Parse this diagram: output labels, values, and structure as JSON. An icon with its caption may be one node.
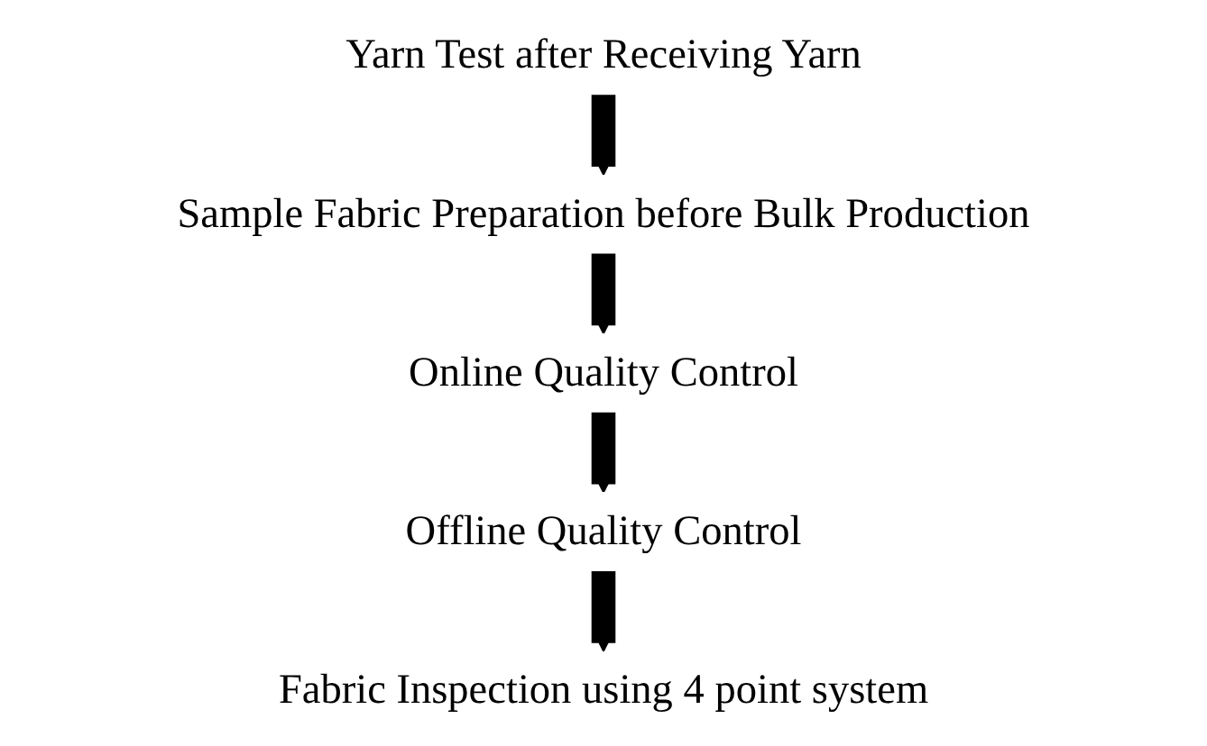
{
  "diagram": {
    "nodes": [
      {
        "text": [
          "Yarn Test after Receiving Yarn"
        ]
      },
      {
        "text": [
          "Sample Fabric Preparation before Bulk Production"
        ]
      },
      {
        "text": [
          "Online Quality Control"
        ]
      },
      {
        "text": [
          "Offline Quality Control"
        ]
      },
      {
        "text": [
          "Fabric Inspection using 4 point system"
        ]
      }
    ],
    "edges": [
      {
        "from": 0,
        "to": 1,
        "arrow": "to"
      },
      {
        "from": 1,
        "to": 2,
        "arrow": "to"
      },
      {
        "from": 2,
        "to": 3,
        "arrow": "to"
      },
      {
        "from": 3,
        "to": 4,
        "arrow": "to"
      }
    ]
  }
}
